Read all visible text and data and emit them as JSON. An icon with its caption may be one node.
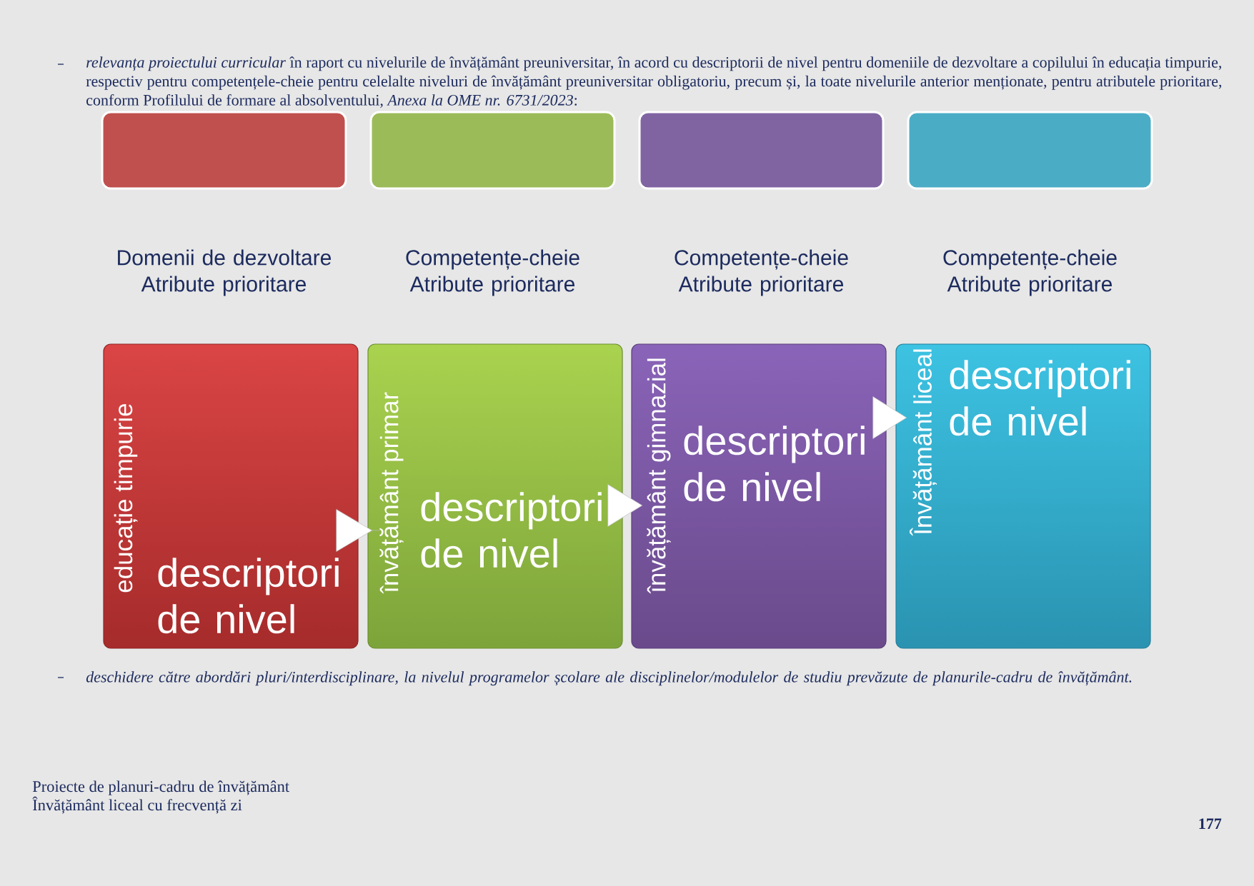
{
  "diagram": {
    "nodes": [
      {
        "text": [
          "Domenii de dezvoltare Atribute prioritare"
        ]
      },
      {
        "text": [
          "Competențe-cheie Atribute prioritare"
        ]
      },
      {
        "text": [
          "Competențe-cheie Atribute prioritare"
        ]
      },
      {
        "text": [
          "Competențe-cheie Atribute prioritare"
        ]
      },
      {
        "text": [
          "educație timpurie",
          "descriptori de nivel"
        ]
      },
      {
        "text": [
          "învățământ primar",
          "descriptori de nivel"
        ]
      },
      {
        "text": [
          "învățământ gimnazial",
          "descriptori de nivel"
        ]
      },
      {
        "text": [
          "Învățământ liceal",
          "descriptori de nivel"
        ]
      }
    ],
    "edges": [
      {
        "from": 4,
        "to": 5,
        "arrow": "to"
      },
      {
        "from": 5,
        "to": 6,
        "arrow": "to"
      },
      {
        "from": 6,
        "to": 7,
        "arrow": "to"
      }
    ],
    "labels": [
      "*relevanța proiectului curricular* în raport cu nivelurile de învățământ preuniversitar, în acord cu descriptorii de nivel pentru domeniile de dezvoltare a copilului în educația timpurie, respectiv pentru competențele-cheie pentru celelalte niveluri de învățământ preuniversitar obligatoriu, precum și, la toate nivelurile anterior menționate, pentru atributele prioritare, conform Profilului de formare al absolventului, *Anexa la OME nr. 6731/2023*:",
      "deschidere către abordări pluri/interdisciplinare, la nivelul programelor școlare ale disciplinelor/modulelor de studiu prevăzute de planurile-cadru de învățământ.",
      "Proiecte de planuri-cadru de învățământ",
      "Învățământ liceal cu frecvență zi",
      "177"
    ]
  }
}
